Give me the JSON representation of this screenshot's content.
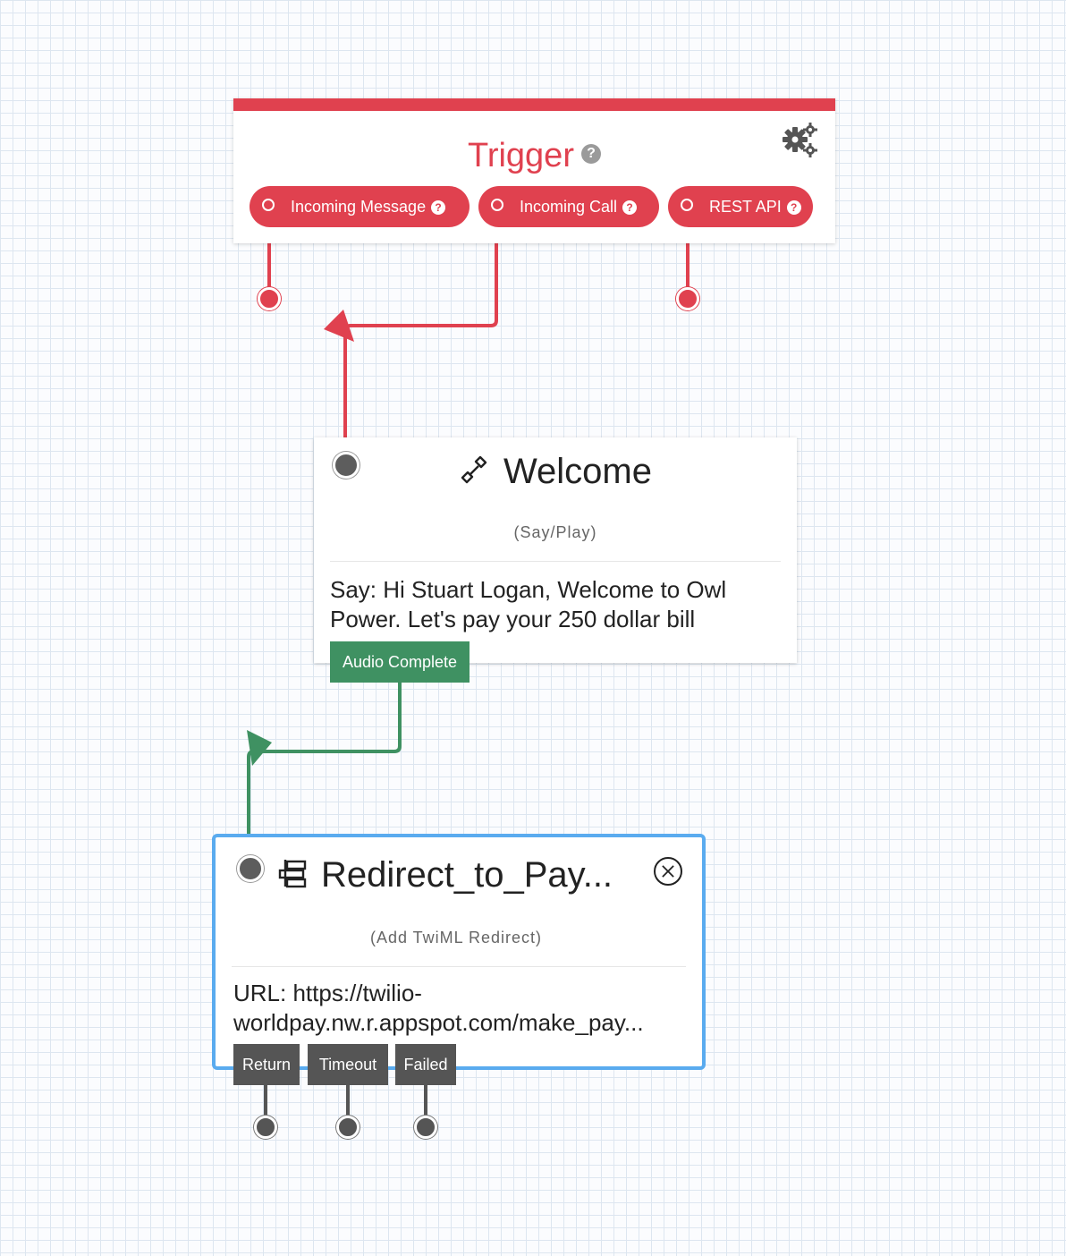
{
  "trigger": {
    "title": "Trigger",
    "help_glyph": "?",
    "settings_icon": "gears-icon",
    "outputs": [
      {
        "label": "Incoming Message",
        "help_glyph": "?"
      },
      {
        "label": "Incoming Call",
        "help_glyph": "?"
      },
      {
        "label": "REST API",
        "help_glyph": "?"
      }
    ]
  },
  "welcome": {
    "icon": "phone-icon",
    "title": "Welcome",
    "type": "(Say/Play)",
    "body": "Say: Hi Stuart Logan, Welcome to Owl Power. Let's pay your 250 dollar bill",
    "outputs": [
      {
        "label": "Audio Complete"
      }
    ]
  },
  "redirect": {
    "icon": "redirect-icon",
    "title": "Redirect_to_Pay...",
    "type": "(Add TwiML Redirect)",
    "body_line1": "URL: https://twilio-",
    "body_line2": "worldpay.nw.r.appspot.com/make_pay...",
    "outputs": [
      {
        "label": "Return"
      },
      {
        "label": "Timeout"
      },
      {
        "label": "Failed"
      }
    ]
  },
  "colors": {
    "trigger": "#e0414f",
    "success": "#3f9162",
    "selected_border": "#5aabef",
    "neutral_output": "#555555"
  }
}
